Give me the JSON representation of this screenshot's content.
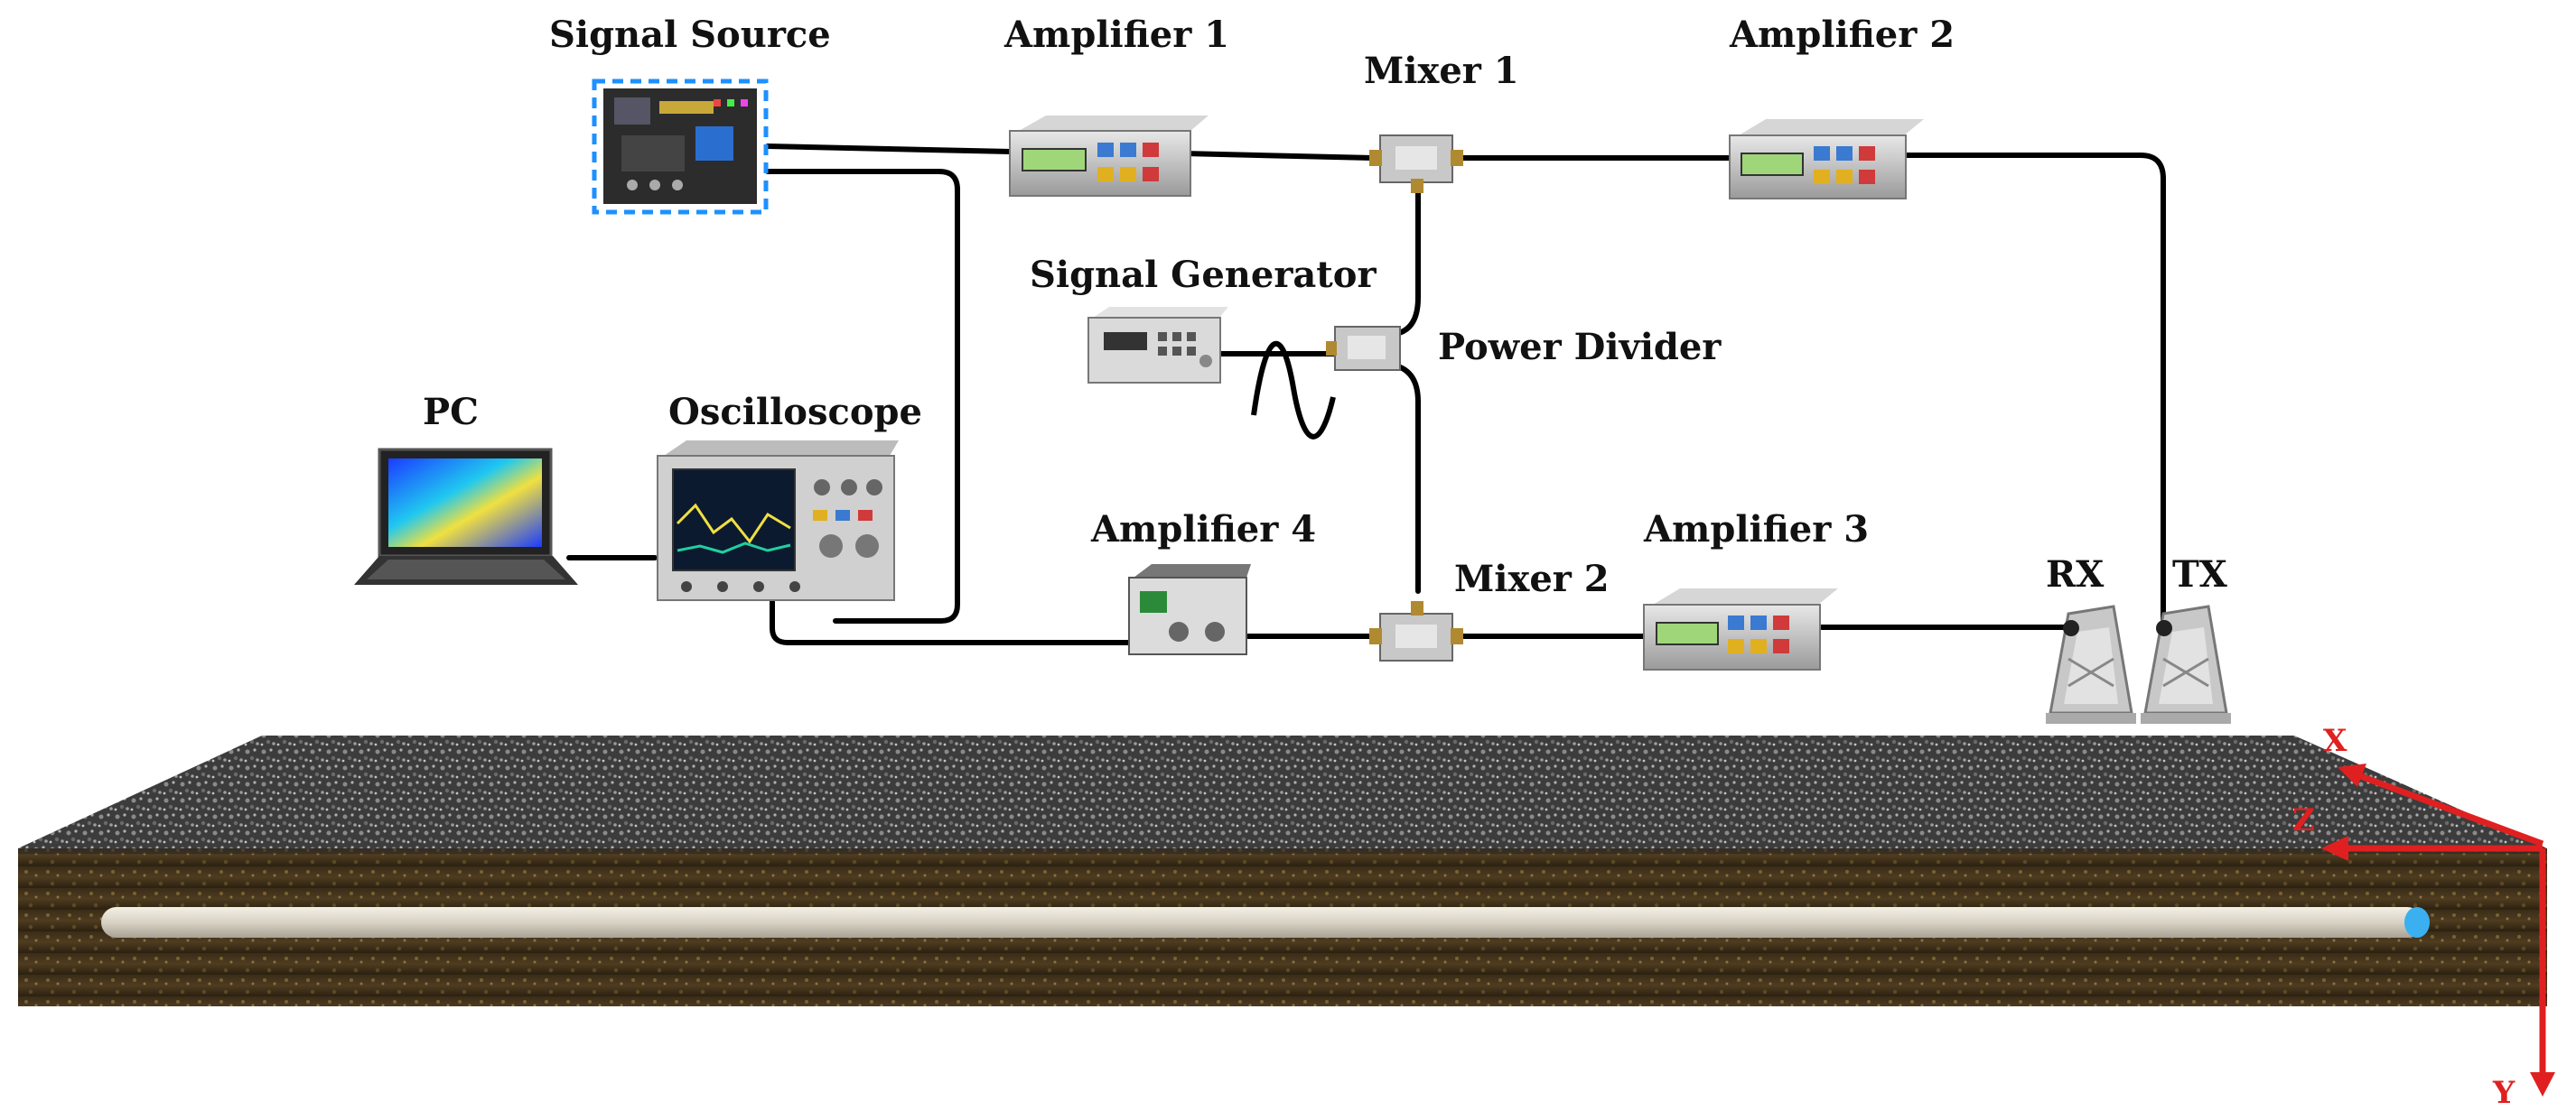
{
  "labels": {
    "signal_source": "Signal Source",
    "amplifier1": "Amplifier 1",
    "mixer1": "Mixer 1",
    "amplifier2": "Amplifier 2",
    "signal_generator": "Signal  Generator",
    "power_divider": "Power Divider",
    "pc": "PC",
    "oscilloscope": "Oscilloscope",
    "amplifier4": "Amplifier 4",
    "mixer2": "Mixer 2",
    "amplifier3": "Amplifier 3",
    "rx": "RX",
    "tx": "TX"
  },
  "axes": {
    "x": "X",
    "z": "Z",
    "y": "Y"
  },
  "colors": {
    "axis": "#e02020",
    "cable": "#000000",
    "selection": "#1e90ff",
    "pipe_end": "#3ab0f0"
  }
}
